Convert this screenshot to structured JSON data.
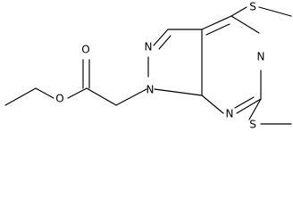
{
  "structure": {
    "atom_labels": {
      "carbonyl_o": "O",
      "ester_o": "O",
      "pyrazole_n1": "N",
      "pyrazole_n2": "N",
      "pyrimidine_n5": "N",
      "pyrimidine_n7": "N",
      "upper_s": "S",
      "lower_s": "S"
    }
  }
}
